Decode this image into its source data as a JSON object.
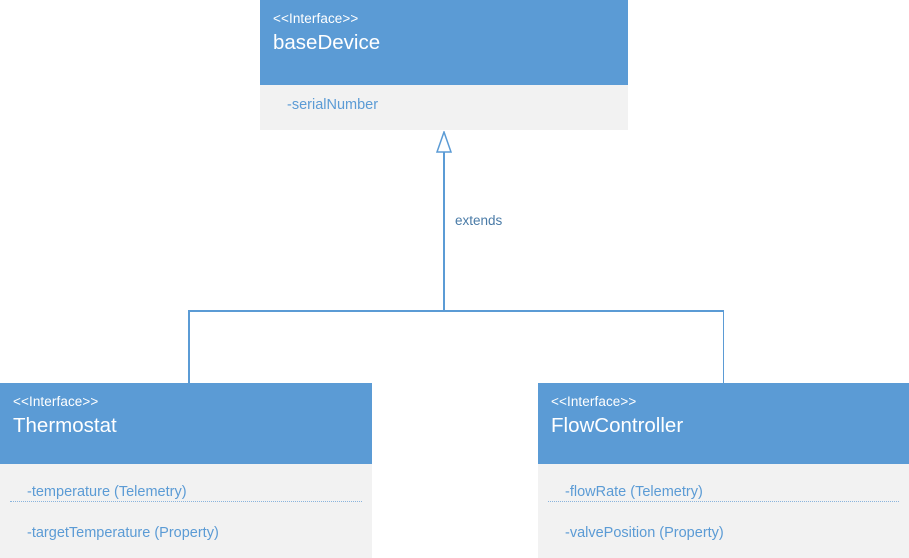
{
  "diagram": {
    "type": "uml-class-diagram",
    "background_color": "#ffffff",
    "accent_color": "#5b9bd5",
    "body_color": "#f2f2f2",
    "header_text_color": "#ffffff",
    "attribute_text_color": "#5b9bd5"
  },
  "classes": {
    "base_device": {
      "stereotype": "<<Interface>>",
      "name": "baseDevice",
      "attributes": [
        {
          "label": "-serialNumber"
        }
      ]
    },
    "thermostat": {
      "stereotype": "<<Interface>>",
      "name": "Thermostat",
      "attributes": [
        {
          "label": "-temperature (Telemetry)"
        },
        {
          "label": "-targetTemperature (Property)"
        }
      ]
    },
    "flow_controller": {
      "stereotype": "<<Interface>>",
      "name": "FlowController",
      "attributes": [
        {
          "label": "-flowRate (Telemetry)"
        },
        {
          "label": "-valvePosition (Property)"
        }
      ]
    }
  },
  "relationships": {
    "generalization": {
      "label": "extends",
      "arrow_style": "hollow-triangle",
      "from": [
        "Thermostat",
        "FlowController"
      ],
      "to": "baseDevice"
    }
  }
}
